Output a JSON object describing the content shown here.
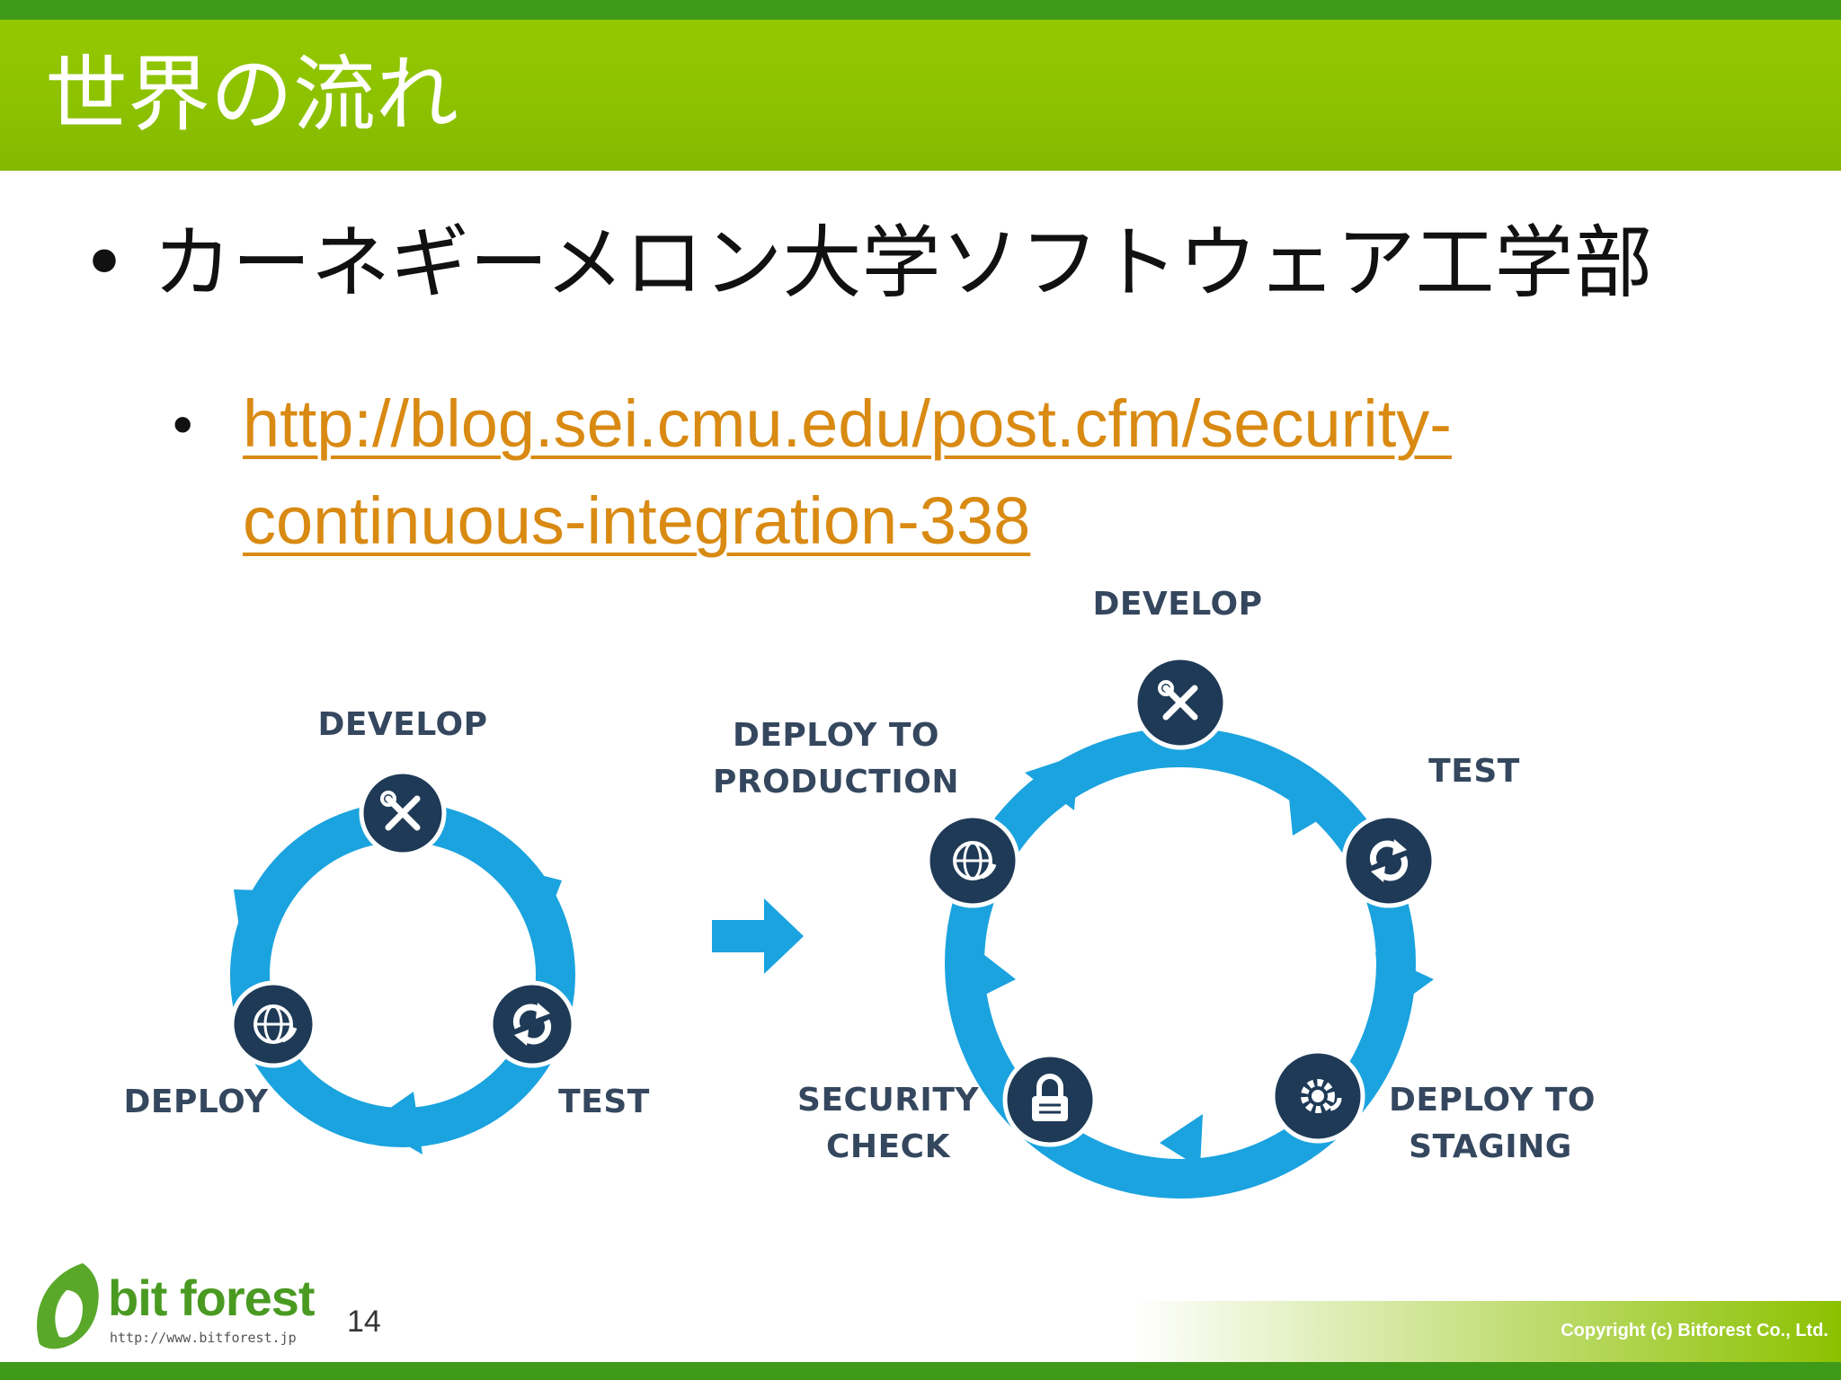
{
  "slide": {
    "title": "世界の流れ",
    "bullet_marker": "•",
    "bullet1": "カーネギーメロン大学ソフトウェア工学部",
    "link_line1": "http://blog.sei.cmu.edu/post.cfm/security-",
    "link_line2": "continuous-integration-338"
  },
  "diagram": {
    "left_cycle": {
      "develop": "DEVELOP",
      "test": "TEST",
      "deploy": "DEPLOY"
    },
    "right_cycle": {
      "develop": "DEVELOP",
      "test": "TEST",
      "staging_1": "DEPLOY TO",
      "staging_2": "STAGING",
      "security_1": "SECURITY",
      "security_2": "CHECK",
      "production_1": "DEPLOY TO",
      "production_2": "PRODUCTION"
    },
    "colors": {
      "ring": "#1aa3df",
      "node": "#1e3a56",
      "label": "#34475e"
    }
  },
  "footer": {
    "logo_word": "bit forest",
    "logo_url": "http://www.bitforest.jp",
    "page_number": "14",
    "copyright": "Copyright (c)  Bitforest Co., Ltd."
  }
}
